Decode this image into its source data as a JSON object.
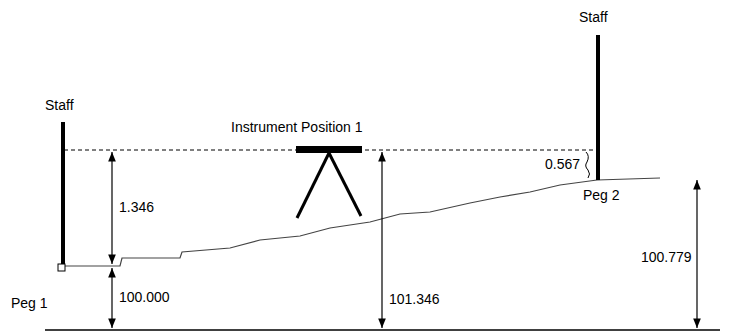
{
  "diagram": {
    "labels": [
      "Staff",
      "Staff",
      "Instrument Position 1",
      "1.346",
      "0.567",
      "Peg 2",
      "Peg 1",
      "100.000",
      "101.346",
      "100.779"
    ]
  }
}
